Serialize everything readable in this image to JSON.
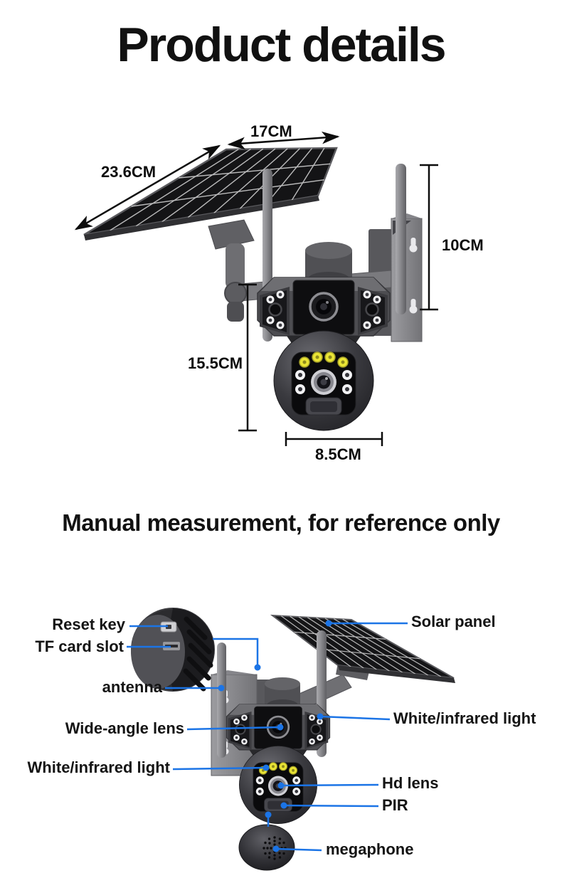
{
  "title": "Product details",
  "note": "Manual measurement, for reference only",
  "colors": {
    "accent_blue": "#1b74e6",
    "led_yellow": "#e9e432",
    "text": "#151515",
    "background": "#ffffff"
  },
  "dimension_diagram": {
    "measurements": [
      {
        "id": "solar-panel-top-width",
        "label": "17CM"
      },
      {
        "id": "solar-panel-length",
        "label": "23.6CM"
      },
      {
        "id": "mount-bracket-height",
        "label": "10CM"
      },
      {
        "id": "camera-height",
        "label": "15.5CM"
      },
      {
        "id": "camera-width",
        "label": "8.5CM"
      }
    ]
  },
  "parts_diagram": {
    "left_labels": [
      {
        "id": "reset-key",
        "label": "Reset key"
      },
      {
        "id": "tf-card-slot",
        "label": "TF card slot"
      },
      {
        "id": "antenna",
        "label": "antenna"
      },
      {
        "id": "wide-angle-lens",
        "label": "Wide-angle lens"
      },
      {
        "id": "white-infrared-light-left",
        "label": "White/infrared light"
      }
    ],
    "right_labels": [
      {
        "id": "solar-panel",
        "label": "Solar panel"
      },
      {
        "id": "white-infrared-light-right",
        "label": "White/infrared light"
      },
      {
        "id": "hd-lens",
        "label": "Hd lens"
      },
      {
        "id": "pir",
        "label": "PIR"
      },
      {
        "id": "megaphone",
        "label": "megaphone"
      }
    ]
  }
}
